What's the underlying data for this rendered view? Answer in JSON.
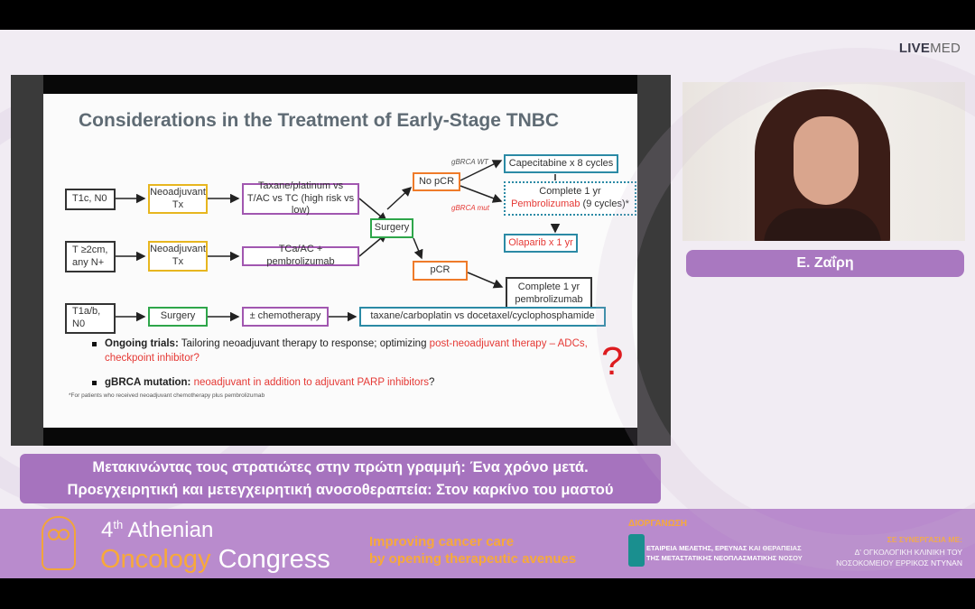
{
  "brand": {
    "bold": "LIVE",
    "light": "MED"
  },
  "slide": {
    "title": "Considerations in the Treatment of Early-Stage TNBC",
    "flow": {
      "row1_start": "T1c, N0",
      "row1_neo": "Neoadjuvant Tx",
      "row1_regimen": "Taxane/platinum vs T/AC vs TC (high risk vs low)",
      "row2_start": "T ≥2cm, any N+",
      "row2_neo": "Neoadjuvant Tx",
      "row2_regimen": "TCa/AC + pembrolizumab",
      "surgery": "Surgery",
      "no_pcr": "No pCR",
      "pcr": "pCR",
      "gbrca_wt": "gBRCA WT",
      "gbrca_mut": "gBRCA mut",
      "capecitabine": "Capecitabine x 8 cycles",
      "complete_pembro_line1": "Complete 1 yr",
      "complete_pembro_red": "Pembrolizumab",
      "complete_pembro_tail": " (9 cycles)*",
      "olaparib": "Olaparib x 1 yr",
      "complete_pembro_pcr": "Complete 1 yr pembrolizumab",
      "row3_start": "T1a/b, N0",
      "row3_surgery": "Surgery",
      "row3_chemo": "± chemotherapy",
      "row3_regimen": "taxane/carboplatin vs docetaxel/cyclophosphamide"
    },
    "bullets": [
      {
        "bold": "Ongoing trials:",
        "text": " Tailoring neoadjuvant therapy to response; optimizing ",
        "red": "post-neoadjuvant therapy – ADCs, checkpoint inhibitor?"
      },
      {
        "bold": "gBRCA mutation:",
        "text": " ",
        "red": "neoadjuvant in addition to adjuvant PARP inhibitors",
        "tail": "?"
      }
    ],
    "question_mark": "?",
    "footnote": "*For patients who received neoadjuvant chemotherapy plus pembrolizumab"
  },
  "speaker": {
    "name": "Ε. Ζαΐρη"
  },
  "caption": {
    "line1": "Μετακινώντας τους στρατιώτες στην πρώτη γραμμή: Ένα χρόνο μετά.",
    "line2": "Προεγχειρητική και μετεγχειρητική ανοσοθεραπεία: Στον καρκίνο του μαστού"
  },
  "footer": {
    "edition_num": "4",
    "edition_sup": "th",
    "edition_word": "Athenian",
    "oncology": "Oncology",
    "congress": "Congress",
    "slogan_1": "Improving cancer care",
    "slogan_2": "by opening therapeutic avenues",
    "organizer_header": "ΔΙΟΡΓΑΝΩΣΗ",
    "organizer_1": "ΕΤΑΙΡΕΙΑ ΜΕΛΕΤΗΣ, ΕΡΕΥΝΑΣ ΚΑΙ ΘΕΡΑΠΕΙΑΣ",
    "organizer_2": "ΤΗΣ ΜΕΤΑΣΤΑΤΙΚΗΣ ΝΕΟΠΛΑΣΜΑΤΙΚΗΣ ΝΟΣΟΥ",
    "collab_header": "ΣΕ ΣΥΝΕΡΓΑΣΙΑ ΜΕ:",
    "collab_1": "Δ' ΟΓΚΟΛΟΓΙΚΗ ΚΛΙΝΙΚΗ ΤΟΥ",
    "collab_2": "ΝΟΣΟΚΟΜΕΙΟΥ ΕΡΡΙΚΟΣ ΝΤΥΝΑΝ"
  },
  "colors": {
    "accent_purple": "#a673be",
    "footer_purple": "#b98bcd",
    "gold": "#f7a93a",
    "alert_red": "#e53935"
  }
}
